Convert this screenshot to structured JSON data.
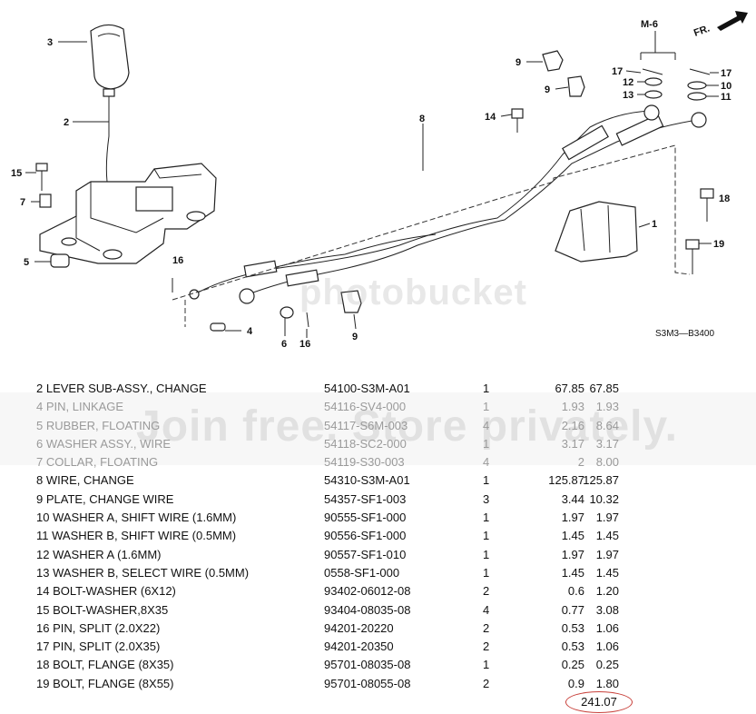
{
  "diagram": {
    "section_ref": "M-6",
    "direction": "FR.",
    "drawing_code": "S3M3—B3400",
    "callouts": [
      "3",
      "2",
      "15",
      "7",
      "5",
      "16",
      "4",
      "6",
      "16",
      "9",
      "8",
      "14",
      "9",
      "9",
      "17",
      "12",
      "13",
      "17",
      "10",
      "11",
      "1",
      "18",
      "19"
    ]
  },
  "parts": [
    {
      "desc": "2  LEVER SUB-ASSY., CHANGE",
      "pn": "54100-S3M-A01",
      "qty": "1",
      "unit": "67.85",
      "total": "67.85",
      "faded": false
    },
    {
      "desc": "4  PIN, LINKAGE",
      "pn": "54116-SV4-000",
      "qty": "1",
      "unit": "1.93",
      "total": "1.93",
      "faded": true
    },
    {
      "desc": "5  RUBBER, FLOATING",
      "pn": "54117-S6M-003",
      "qty": "4",
      "unit": "2.16",
      "total": "8.64",
      "faded": true
    },
    {
      "desc": "6  WASHER ASSY., WIRE",
      "pn": "54118-SC2-000",
      "qty": "1",
      "unit": "3.17",
      "total": "3.17",
      "faded": true
    },
    {
      "desc": "7  COLLAR, FLOATING",
      "pn": "54119-S30-003",
      "qty": "4",
      "unit": "2",
      "total": "8.00",
      "faded": true
    },
    {
      "desc": "8  WIRE, CHANGE",
      "pn": "54310-S3M-A01",
      "qty": "1",
      "unit": "125.87",
      "total": "125.87",
      "faded": false
    },
    {
      "desc": "9  PLATE, CHANGE WIRE",
      "pn": "54357-SF1-003",
      "qty": "3",
      "unit": "3.44",
      "total": "10.32",
      "faded": false
    },
    {
      "desc": "10  WASHER A, SHIFT WIRE (1.6MM)",
      "pn": "90555-SF1-000",
      "qty": "1",
      "unit": "1.97",
      "total": "1.97",
      "faded": false
    },
    {
      "desc": "11  WASHER B, SHIFT WIRE (0.5MM)",
      "pn": "90556-SF1-000",
      "qty": "1",
      "unit": "1.45",
      "total": "1.45",
      "faded": false
    },
    {
      "desc": "12  WASHER A (1.6MM)",
      "pn": "90557-SF1-010",
      "qty": "1",
      "unit": "1.97",
      "total": "1.97",
      "faded": false
    },
    {
      "desc": "13  WASHER B, SELECT WIRE (0.5MM)",
      "pn": "0558-SF1-000",
      "qty": "1",
      "unit": "1.45",
      "total": "1.45",
      "faded": false
    },
    {
      "desc": "14  BOLT-WASHER (6X12)",
      "pn": "93402-06012-08",
      "qty": "2",
      "unit": "0.6",
      "total": "1.20",
      "faded": false
    },
    {
      "desc": "15  BOLT-WASHER,8X35",
      "pn": "93404-08035-08",
      "qty": "4",
      "unit": "0.77",
      "total": "3.08",
      "faded": false
    },
    {
      "desc": "16  PIN, SPLIT (2.0X22)",
      "pn": "94201-20220",
      "qty": "2",
      "unit": "0.53",
      "total": "1.06",
      "faded": false
    },
    {
      "desc": "17  PIN, SPLIT (2.0X35)",
      "pn": "94201-20350",
      "qty": "2",
      "unit": "0.53",
      "total": "1.06",
      "faded": false
    },
    {
      "desc": "18  BOLT, FLANGE (8X35)",
      "pn": "95701-08035-08",
      "qty": "1",
      "unit": "0.25",
      "total": "0.25",
      "faded": false
    },
    {
      "desc": "19  BOLT, FLANGE (8X55)",
      "pn": "95701-08055-08",
      "qty": "2",
      "unit": "0.9",
      "total": "1.80",
      "faded": false
    }
  ],
  "grand_total": "241.07",
  "watermark": {
    "text": "Join free. Store privately.",
    "brand": "photobucket"
  },
  "colors": {
    "highlight_circle": "#c8403a",
    "faded_text": "#9a9a9a"
  }
}
